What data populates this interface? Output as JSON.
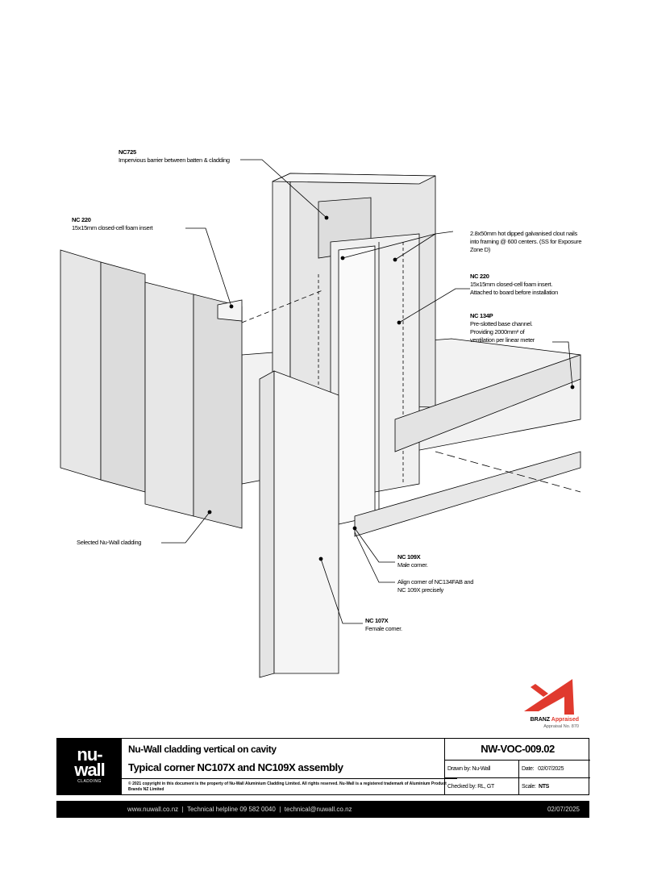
{
  "callouts": [
    {
      "code": "NC725",
      "text": "Impervious barrier between batten & cladding"
    },
    {
      "code": "NC 220",
      "text": "15x15mm closed-cell foam insert"
    },
    {
      "code": "",
      "text": "2.8x50mm hot dipped galvanised clout nails into framing @ 600 centers. (SS for Exposure Zone D)"
    },
    {
      "code": "NC 220",
      "text": "15x15mm closed-cell foam insert. Attached to board before installation"
    },
    {
      "code": "NC 134P",
      "text": "Pre-slotted base channel. Providing 2000mm² of ventilation per linear meter"
    },
    {
      "code": "",
      "text": "Selected Nu-Wall cladding"
    },
    {
      "code": "NC 109X",
      "text": "Male corner."
    },
    {
      "code": "",
      "text": "Align corner of NC134FAB and NC 109X precisely"
    },
    {
      "code": "NC 107X",
      "text": "Female corner."
    }
  ],
  "branz": {
    "brand": "BRANZ",
    "word": "Appraised",
    "number": "Appraisal No. 870",
    "color": "#e03a2e"
  },
  "title_block": {
    "logo_main1": "nu-",
    "logo_main2": "wall",
    "logo_sub": "CLADDING",
    "title": "Nu-Wall cladding vertical on cavity",
    "subtitle": "Typical corner NC107X and NC109X assembly",
    "copyright": "© 2021 copyright in this document is the property of Nu-Wall Aluminium Cladding Limited. All rights reserved. Nu-Wall is a registered trademark of Aluminium Product Brands NZ Limited",
    "drawing_no": "NW-VOC-009.02",
    "drawn_by": "Drawn by: Nu-Wall",
    "date_label": "Date:",
    "date": "02/07/2025",
    "checked_by": "Checked by: RL, GT",
    "scale_label": "Scale:",
    "scale": "NTS"
  },
  "footer": {
    "contact": "www.nuwall.co.nz  |  Technical helpline 09 582 0040  |  technical@nuwall.co.nz",
    "date": "02/07/2025"
  }
}
